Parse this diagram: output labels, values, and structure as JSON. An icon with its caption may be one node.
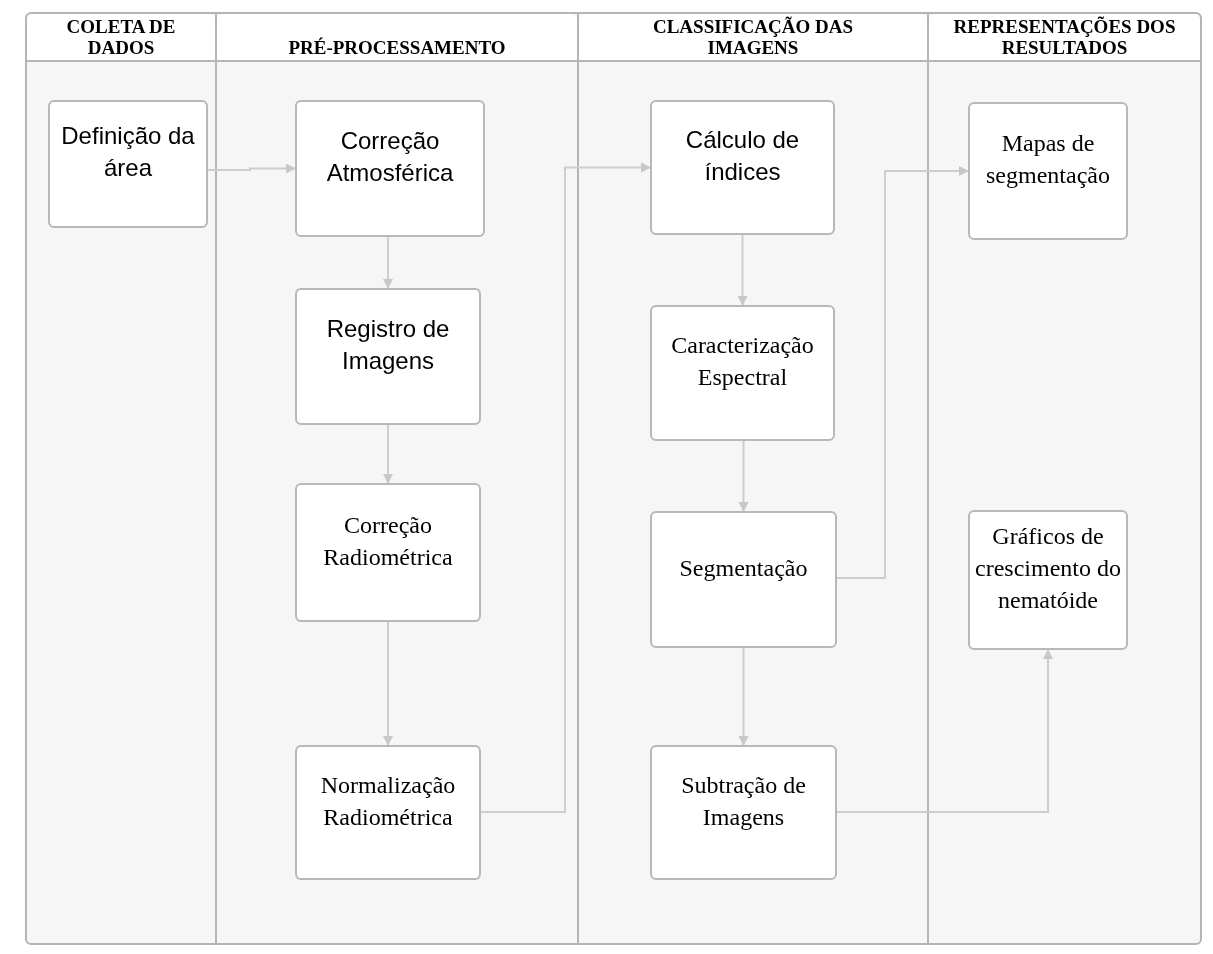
{
  "diagram": {
    "nodes": [
      {
        "text": [
          "COLETA DE DADOS"
        ]
      },
      {
        "text": [
          "PRÉ-PROCESSAMENTO"
        ]
      },
      {
        "text": [
          "CLASSIFICAÇÃO DAS IMAGENS"
        ]
      },
      {
        "text": [
          "REPRESENTAÇÕES DOS RESULTADOS"
        ]
      },
      {
        "text": [
          "Definição da área"
        ],
        "in": 0
      },
      {
        "text": [
          "Correção Atmosférica"
        ],
        "in": 1
      },
      {
        "text": [
          "Registro de Imagens"
        ],
        "in": 1
      },
      {
        "text": [
          "Correção Radiométrica"
        ],
        "in": 1
      },
      {
        "text": [
          "Normalização Radiométrica"
        ],
        "in": 1
      },
      {
        "text": [
          "Cálculo de índices"
        ],
        "in": 2
      },
      {
        "text": [
          "Caracterização Espectral"
        ],
        "in": 2
      },
      {
        "text": [
          "Segmentação"
        ],
        "in": 2
      },
      {
        "text": [
          "Subtração de Imagens"
        ],
        "in": 2
      },
      {
        "text": [
          "Mapas de segmentação"
        ],
        "in": 3
      },
      {
        "text": [
          "Gráficos de crescimento do nematóide"
        ],
        "in": 3
      }
    ],
    "edges": [
      {
        "from": 4,
        "to": 5,
        "arrow": "to"
      },
      {
        "from": 5,
        "to": 6,
        "arrow": "to"
      },
      {
        "from": 6,
        "to": 7,
        "arrow": "to"
      },
      {
        "from": 7,
        "to": 8,
        "arrow": "to"
      },
      {
        "from": 8,
        "to": 9,
        "arrow": "to"
      },
      {
        "from": 9,
        "to": 10,
        "arrow": "to"
      },
      {
        "from": 10,
        "to": 11,
        "arrow": "to"
      },
      {
        "from": 11,
        "to": 12,
        "arrow": "to"
      },
      {
        "from": 11,
        "to": 13,
        "arrow": "to"
      },
      {
        "from": 12,
        "to": 14,
        "arrow": "to"
      }
    ]
  }
}
